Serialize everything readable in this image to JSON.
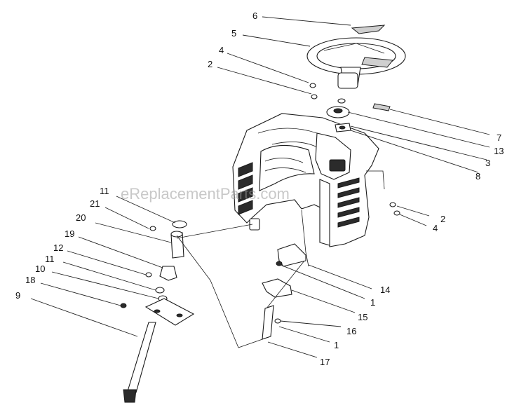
{
  "watermark": "eReplacementParts.com",
  "callouts": [
    {
      "id": "c6",
      "label": "6"
    },
    {
      "id": "c5",
      "label": "5"
    },
    {
      "id": "c4a",
      "label": "4"
    },
    {
      "id": "c2a",
      "label": "2"
    },
    {
      "id": "c7",
      "label": "7"
    },
    {
      "id": "c13",
      "label": "13"
    },
    {
      "id": "c3",
      "label": "3"
    },
    {
      "id": "c8",
      "label": "8"
    },
    {
      "id": "c2b",
      "label": "2"
    },
    {
      "id": "c4b",
      "label": "4"
    },
    {
      "id": "c11a",
      "label": "11"
    },
    {
      "id": "c21",
      "label": "21"
    },
    {
      "id": "c20",
      "label": "20"
    },
    {
      "id": "c19",
      "label": "19"
    },
    {
      "id": "c12",
      "label": "12"
    },
    {
      "id": "c11b",
      "label": "11"
    },
    {
      "id": "c10",
      "label": "10"
    },
    {
      "id": "c18",
      "label": "18"
    },
    {
      "id": "c9",
      "label": "9"
    },
    {
      "id": "c14",
      "label": "14"
    },
    {
      "id": "c1a",
      "label": "1"
    },
    {
      "id": "c15",
      "label": "15"
    },
    {
      "id": "c16",
      "label": "16"
    },
    {
      "id": "c1b",
      "label": "1"
    },
    {
      "id": "c17",
      "label": "17"
    }
  ]
}
